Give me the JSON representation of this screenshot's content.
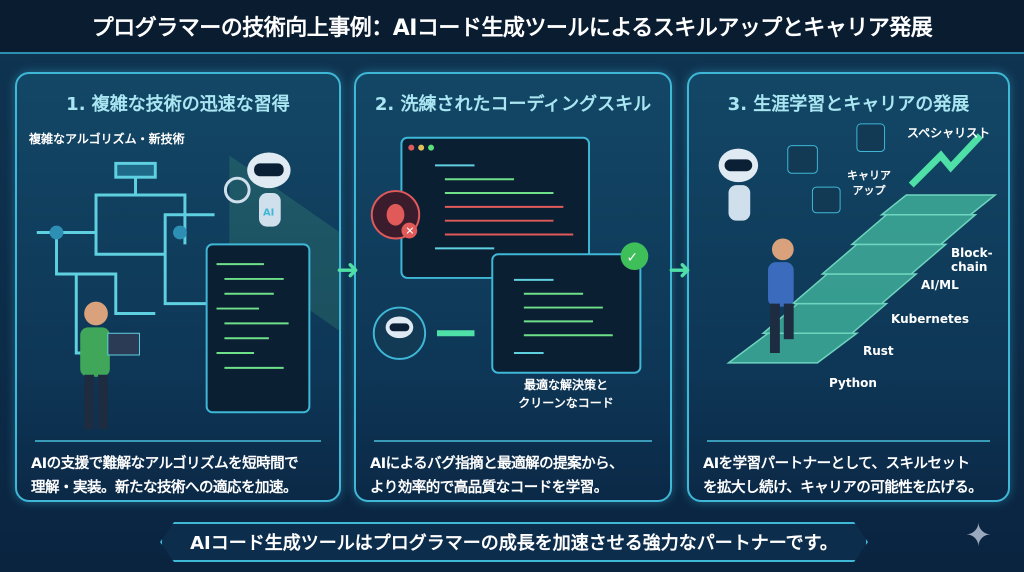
{
  "title": "プログラマーの技術向上事例：AIコード生成ツールによるスキルアップとキャリア発展",
  "panels": [
    {
      "title": "1. 複雑な技術の迅速な習得",
      "caption": "複雑なアルゴリズム・新技術",
      "robot_label": "AI",
      "description": [
        "AIの支援で難解なアルゴリズムを短時間で",
        "理解・実装。新たな技術への適応を加速。"
      ]
    },
    {
      "title": "2. 洗練されたコーディングスキル",
      "result_label": [
        "最適な解決策と",
        "クリーンなコード"
      ],
      "description": [
        "AIによるバグ指摘と最適解の提案から、",
        "より効率的で高品質なコードを学習。"
      ]
    },
    {
      "title": "3. 生涯学習とキャリアの発展",
      "goal_label": "スペシャリスト",
      "career_label": [
        "キャリア",
        "アップ"
      ],
      "steps": [
        "Python",
        "Rust",
        "Kubernetes",
        "AI/ML",
        "Block-chain"
      ],
      "description": [
        "AIを学習パートナーとして、スキルセット",
        "を拡大し続け、キャリアの可能性を広げる。"
      ]
    }
  ],
  "footer": "AIコード生成ツールはプログラマーの成長を加速させる強力なパートナーです。",
  "colors": {
    "accent": "#3fb7d6",
    "arrow": "#4fe0a8",
    "title_bg": "#0a1c30"
  }
}
